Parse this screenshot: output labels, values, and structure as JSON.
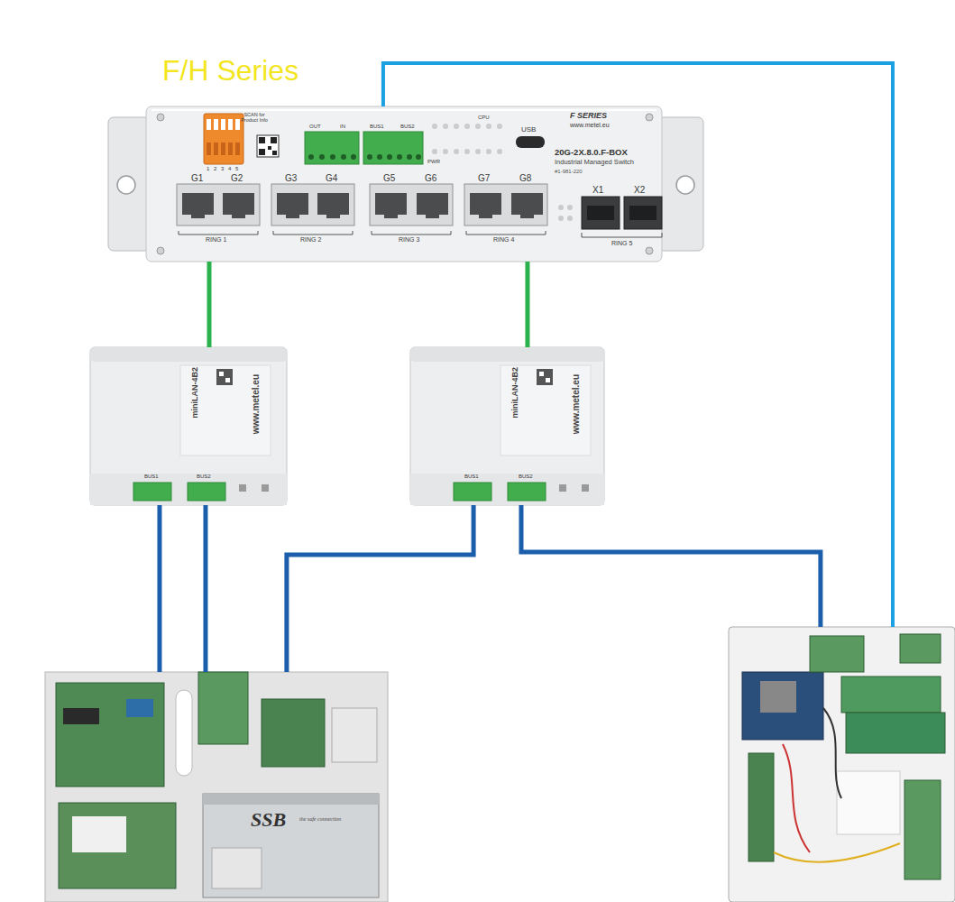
{
  "diagram": {
    "title": "F/H Series",
    "nodes": [
      {
        "text": [
          "20G-2X.8.0.F-BOX",
          "Industrial Managed Switch",
          "#1-981-220"
        ]
      },
      {
        "text": [
          "miniLAN-4B2",
          "www.metel.eu"
        ]
      },
      {
        "text": [
          "miniLAN-4B2",
          "www.metel.eu"
        ]
      },
      {
        "text": [
          "SSB",
          "the safe connection"
        ]
      },
      {
        "text": []
      }
    ],
    "edges": [
      {
        "from": 0,
        "to": 1,
        "arrow": "none"
      },
      {
        "from": 0,
        "to": 2,
        "arrow": "none"
      },
      {
        "from": 1,
        "to": 3,
        "arrow": "none"
      },
      {
        "from": 1,
        "to": 3,
        "arrow": "none"
      },
      {
        "from": 2,
        "to": 3,
        "arrow": "none"
      },
      {
        "from": 2,
        "to": 4,
        "arrow": "none"
      },
      {
        "from": 0,
        "to": 4,
        "arrow": "none"
      }
    ],
    "labels": [
      "SCAN for Product Info",
      "1",
      "2",
      "3",
      "4",
      "5",
      "OUT",
      "IN",
      "BUS1",
      "BUS2",
      "PWR",
      "CPU",
      "USB",
      "F SERIES",
      "www.metel.eu",
      "G1",
      "G2",
      "G3",
      "G4",
      "G5",
      "G6",
      "G7",
      "G8",
      "X1",
      "X2",
      "RING 1",
      "RING 2",
      "RING 3",
      "RING 4",
      "RING 5",
      "BUS1",
      "BUS2",
      "BUS1",
      "BUS2"
    ]
  }
}
